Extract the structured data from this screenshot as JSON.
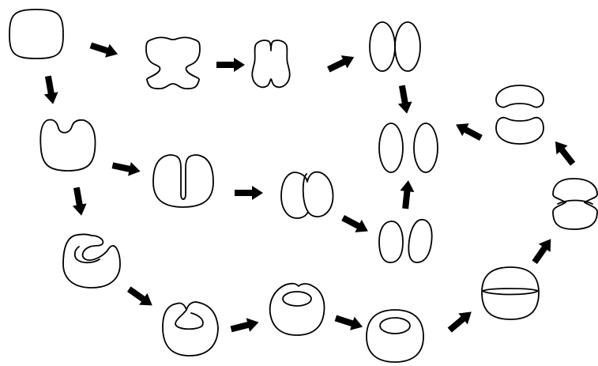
{
  "diagram": {
    "type": "shape-transformation-flow",
    "stroke_color": "#000000",
    "background": "#ffffff",
    "nodes": [
      {
        "id": "rounded-square",
        "shape": "rounded square"
      },
      {
        "id": "pinched-blob",
        "shape": "blob pinched on both sides"
      },
      {
        "id": "deeply-pinched-blob",
        "shape": "blob pinched almost through"
      },
      {
        "id": "two-ovals-top",
        "shape": "two touching ovals"
      },
      {
        "id": "two-ovals-separated",
        "shape": "two separated ovals"
      },
      {
        "id": "notched-blob",
        "shape": "blob with top notch"
      },
      {
        "id": "u-fold",
        "shape": "blob with deep slit"
      },
      {
        "id": "two-lobes-joined",
        "shape": "two lobes joined at bottom"
      },
      {
        "id": "two-lobes-split",
        "shape": "two split lobes"
      },
      {
        "id": "cup-shape",
        "shape": "blob with curled pocket"
      },
      {
        "id": "cup-closing",
        "shape": "blob with closing pocket"
      },
      {
        "id": "dimple-ring",
        "shape": "blob with inner loop and dimple"
      },
      {
        "id": "ring",
        "shape": "blob with inner hole (ring)"
      },
      {
        "id": "disk-equator",
        "shape": "round disk with equator line"
      },
      {
        "id": "pinched-horizontal",
        "shape": "blob pinched at waist"
      },
      {
        "id": "two-stacked-pieces",
        "shape": "two stacked beans"
      }
    ],
    "edges": [
      {
        "from": "rounded-square",
        "to": "pinched-blob"
      },
      {
        "from": "pinched-blob",
        "to": "deeply-pinched-blob"
      },
      {
        "from": "deeply-pinched-blob",
        "to": "two-ovals-top"
      },
      {
        "from": "two-ovals-top",
        "to": "two-ovals-separated"
      },
      {
        "from": "rounded-square",
        "to": "notched-blob"
      },
      {
        "from": "notched-blob",
        "to": "u-fold"
      },
      {
        "from": "u-fold",
        "to": "two-lobes-joined"
      },
      {
        "from": "two-lobes-joined",
        "to": "two-lobes-split"
      },
      {
        "from": "two-lobes-split",
        "to": "two-ovals-separated"
      },
      {
        "from": "notched-blob",
        "to": "cup-shape"
      },
      {
        "from": "cup-shape",
        "to": "cup-closing"
      },
      {
        "from": "cup-closing",
        "to": "dimple-ring"
      },
      {
        "from": "dimple-ring",
        "to": "ring"
      },
      {
        "from": "ring",
        "to": "disk-equator"
      },
      {
        "from": "disk-equator",
        "to": "pinched-horizontal"
      },
      {
        "from": "pinched-horizontal",
        "to": "two-stacked-pieces"
      },
      {
        "from": "two-stacked-pieces",
        "to": "two-ovals-separated"
      }
    ]
  }
}
